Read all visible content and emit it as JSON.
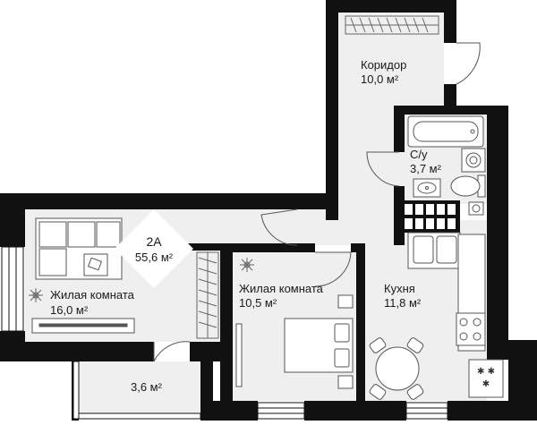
{
  "unit": {
    "code": "2А",
    "area": "55,6 м²"
  },
  "rooms": {
    "corridor": {
      "name": "Коридор",
      "area": "10,0 м²"
    },
    "bathroom": {
      "name": "С/у",
      "area": "3,7 м²"
    },
    "living_large": {
      "name": "Жилая комната",
      "area": "16,0 м²"
    },
    "living_small": {
      "name": "Жилая комната",
      "area": "10,5 м²"
    },
    "kitchen": {
      "name": "Кухня",
      "area": "11,8 м²"
    },
    "balcony": {
      "area": "3,6 м²"
    }
  },
  "colors": {
    "floor": "#efefef",
    "wall": "#111111",
    "line": "#777777",
    "badge": "#ffffff"
  },
  "icons": [
    "compass-rose-icon",
    "bathtub-icon",
    "toilet-icon",
    "sink-icon",
    "washing-machine-icon",
    "stove-icon",
    "sofa-icon",
    "bed-icon",
    "table-icon"
  ]
}
